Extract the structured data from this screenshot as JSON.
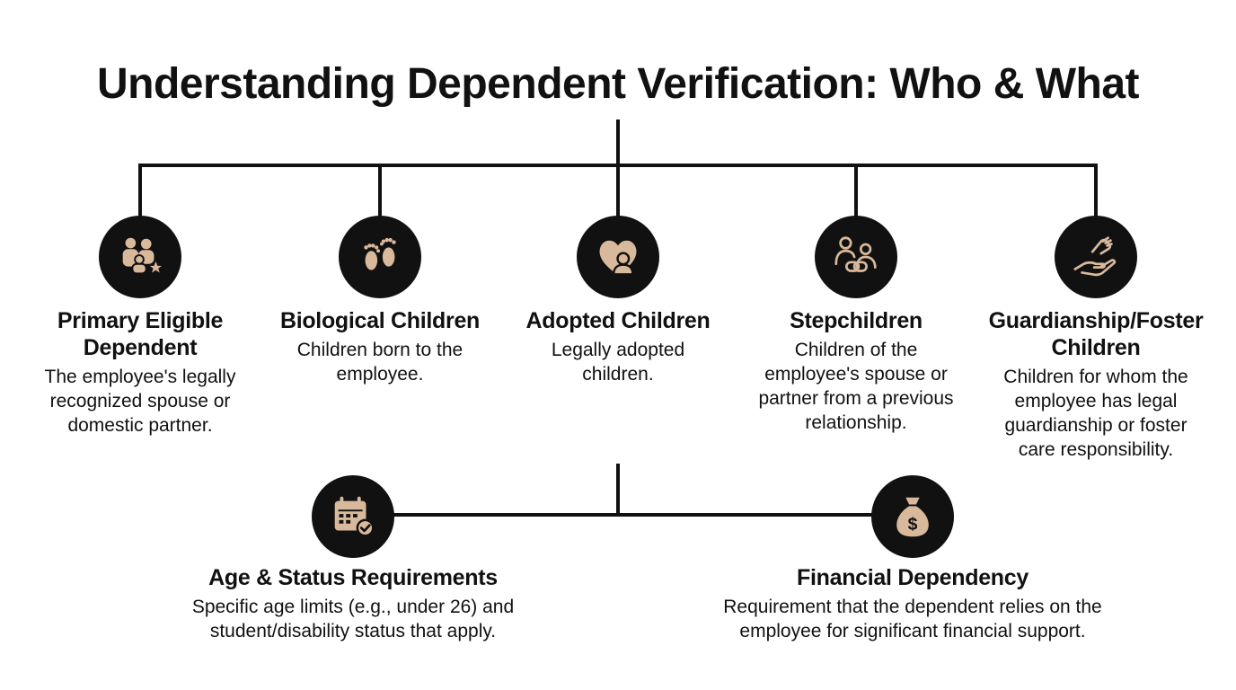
{
  "title": "Understanding Dependent Verification: Who & What",
  "colors": {
    "line": "#111111",
    "icon_bg": "#111111",
    "icon_fg": "#d9b99b"
  },
  "categories": [
    {
      "icon": "people-star-icon",
      "title": "Primary Eligible Dependent",
      "description": "The employee's legally recognized spouse or domestic partner."
    },
    {
      "icon": "footprints-icon",
      "title": "Biological Children",
      "description": "Children born to the employee."
    },
    {
      "icon": "heart-person-icon",
      "title": "Adopted Children",
      "description": "Legally adopted children."
    },
    {
      "icon": "linked-family-icon",
      "title": "Stepchildren",
      "description": "Children of the employee's spouse or partner from a previous relationship."
    },
    {
      "icon": "helping-hand-icon",
      "title": "Guardianship/Foster Children",
      "description": "Children for whom the employee has legal guardianship or foster care responsibility."
    }
  ],
  "requirements": [
    {
      "icon": "calendar-check-icon",
      "title": "Age & Status Requirements",
      "description": "Specific age limits (e.g., under 26) and student/disability status that apply."
    },
    {
      "icon": "money-bag-icon",
      "title": "Financial Dependency",
      "description": "Requirement that the dependent relies on the employee for significant financial support."
    }
  ]
}
